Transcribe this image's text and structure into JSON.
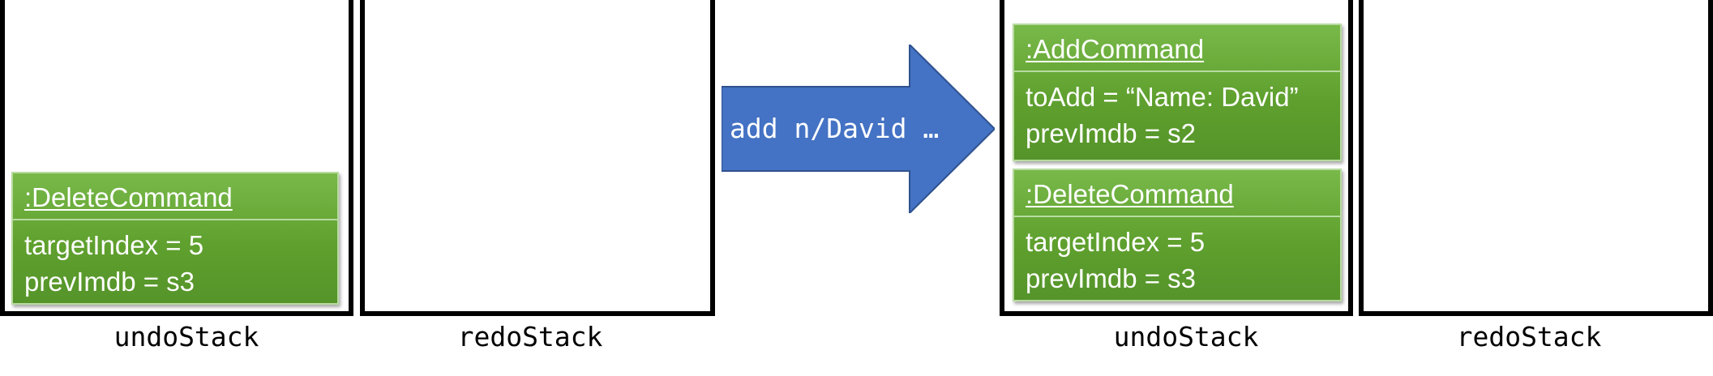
{
  "before": {
    "undo_stack": {
      "label": "undoStack",
      "items": [
        {
          "title": ":DeleteCommand",
          "attributes": [
            "targetIndex = 5",
            "prevImdb = s3"
          ]
        }
      ]
    },
    "redo_stack": {
      "label": "redoStack",
      "items": []
    }
  },
  "transition": {
    "command": "add n/David …",
    "arrow_color": "#4472c4"
  },
  "after": {
    "undo_stack": {
      "label": "undoStack",
      "items": [
        {
          "title": ":AddCommand",
          "attributes": [
            "toAdd = “Name: David”",
            "prevImdb = s2"
          ]
        },
        {
          "title": ":DeleteCommand",
          "attributes": [
            "targetIndex = 5",
            "prevImdb = s3"
          ]
        }
      ]
    },
    "redo_stack": {
      "label": "redoStack",
      "items": []
    }
  },
  "colors": {
    "card_fill": "#5fa02e",
    "card_border": "#b8dba0",
    "stack_border": "#000000"
  }
}
